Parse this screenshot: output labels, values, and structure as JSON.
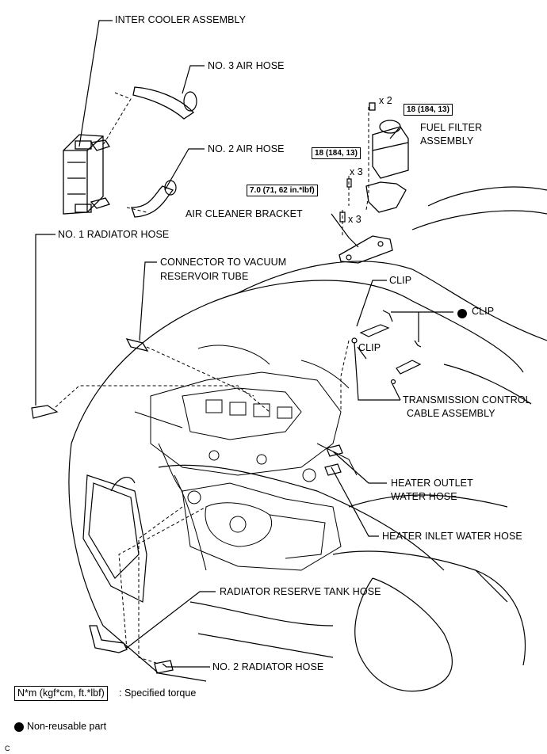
{
  "labels": {
    "inter_cooler": "INTER COOLER ASSEMBLY",
    "no3_air_hose": "NO. 3 AIR HOSE",
    "no2_air_hose": "NO. 2 AIR HOSE",
    "no1_radiator_hose": "NO. 1 RADIATOR HOSE",
    "fuel_filter_1": "FUEL FILTER",
    "fuel_filter_2": "ASSEMBLY",
    "air_cleaner_bracket": "AIR CLEANER BRACKET",
    "connector_vacuum_1": "CONNECTOR TO VACUUM",
    "connector_vacuum_2": "RESERVOIR TUBE",
    "clip_top": "CLIP",
    "clip_right": "CLIP",
    "clip_mid": "CLIP",
    "transmission_1": "TRANSMISSION CONTROL",
    "transmission_2": "CABLE ASSEMBLY",
    "heater_outlet_1": "HEATER OUTLET",
    "heater_outlet_2": "WATER HOSE",
    "heater_inlet": "HEATER INLET WATER HOSE",
    "radiator_reserve": "RADIATOR RESERVE TANK HOSE",
    "no2_radiator_hose": "NO. 2 RADIATOR HOSE"
  },
  "torques": {
    "t1": "18 (184, 13)",
    "t2": "18 (184, 13)",
    "t3": "7.0 (71, 62 in.*lbf)"
  },
  "quantities": {
    "q1": "x 2",
    "q2": "x 3",
    "q3": "x 3"
  },
  "legend": {
    "unit_box": "N*m (kgf*cm, ft.*lbf)",
    "specified": ": Specified torque",
    "nonreusable": "Non-reusable part"
  },
  "corner_mark": "C"
}
